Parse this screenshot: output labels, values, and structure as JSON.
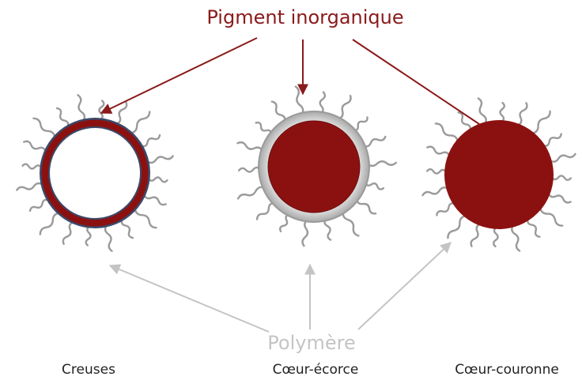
{
  "labels": {
    "inorganic_pigment": "Pigment inorganique",
    "polymer": "Polymère"
  },
  "particles": [
    {
      "type": "hollow",
      "caption": "Creuses"
    },
    {
      "type": "core-shell",
      "caption": "Cœur-écorce"
    },
    {
      "type": "core-corona",
      "caption": "Cœur-couronne"
    }
  ],
  "colors": {
    "pigment": "#8b1111",
    "pigment_arrow": "#8b1a1a",
    "polymer": "#9a9a9a",
    "polymer_arrow": "#c4c4c4",
    "shell": "#c8c8c8",
    "hollow_outline": "#3a4a6a",
    "caption_text": "#222222"
  }
}
